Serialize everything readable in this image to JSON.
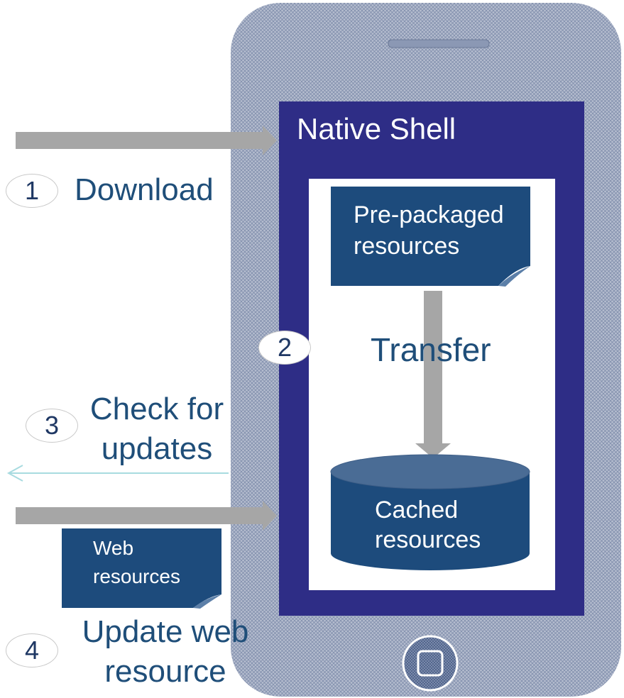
{
  "colors": {
    "phone_body": "#aab3c7",
    "phone_pattern": "#7c8aa8",
    "native_shell": "#2e2d86",
    "document": "#1d4b7c",
    "cylinder_top": "#4a6c95",
    "arrow": "#a6a6a6",
    "text_blue": "#1f4e79",
    "return_arrow": "#a8dbe0"
  },
  "icons": [
    "speaker-slot-icon",
    "home-button-icon"
  ],
  "native_shell": {
    "title": "Native Shell"
  },
  "prepackaged": {
    "line1": "Pre-packaged",
    "line2": "resources"
  },
  "transfer": {
    "label": "Transfer"
  },
  "cached": {
    "line1": "Cached",
    "line2": "resources"
  },
  "web_resources": {
    "line1": "Web",
    "line2": "resources"
  },
  "steps": [
    {
      "number": "1",
      "line1": "Download",
      "line2": ""
    },
    {
      "number": "2",
      "line1": "",
      "line2": ""
    },
    {
      "number": "3",
      "line1": "Check for",
      "line2": "updates"
    },
    {
      "number": "4",
      "line1": "Update web",
      "line2": "resource"
    }
  ]
}
